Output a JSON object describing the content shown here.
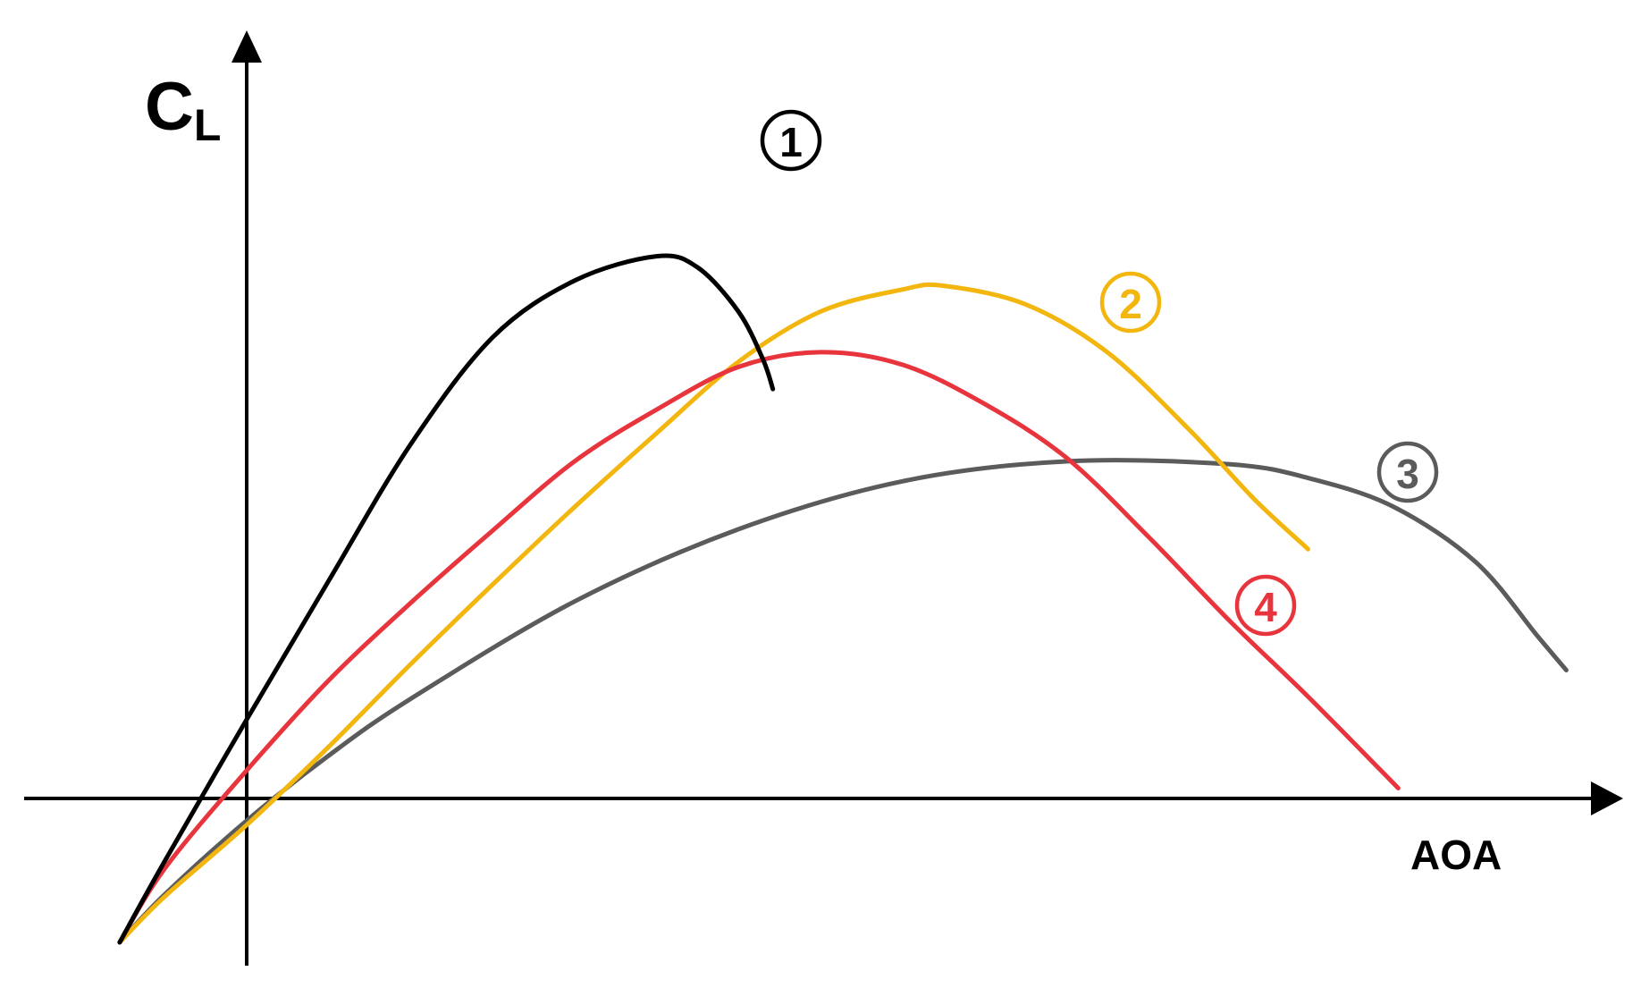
{
  "chart_data": {
    "type": "line",
    "ylabel": {
      "main": "C",
      "sub": "L"
    },
    "xlabel": "AOA",
    "xlim": [
      -2.5,
      15.7
    ],
    "ylim": [
      -1.9,
      7.75
    ],
    "grid": false,
    "series": [
      {
        "name": "1",
        "color": "#000000",
        "points": [
          [
            -1.55,
            -1.95
          ],
          [
            -1.0,
            -0.85
          ],
          [
            0,
            1.07
          ],
          [
            1.0,
            2.95
          ],
          [
            2.0,
            4.8
          ],
          [
            3.0,
            6.25
          ],
          [
            4.0,
            7.02
          ],
          [
            5.0,
            7.35
          ],
          [
            5.5,
            7.2
          ],
          [
            6.0,
            6.6
          ],
          [
            6.3,
            5.95
          ],
          [
            6.42,
            5.55
          ]
        ]
      },
      {
        "name": "2",
        "color": "#F2B60F",
        "points": [
          [
            -1.55,
            -1.95
          ],
          [
            -1.0,
            -1.33
          ],
          [
            0,
            -0.36
          ],
          [
            1.0,
            0.7
          ],
          [
            2.0,
            1.82
          ],
          [
            3.0,
            2.9
          ],
          [
            4.0,
            3.95
          ],
          [
            5.0,
            4.95
          ],
          [
            6.0,
            5.92
          ],
          [
            7.0,
            6.6
          ],
          [
            8.0,
            6.9
          ],
          [
            8.5,
            6.95
          ],
          [
            9.5,
            6.7
          ],
          [
            10.5,
            6.05
          ],
          [
            11.5,
            5.0
          ],
          [
            12.3,
            4.05
          ],
          [
            12.95,
            3.38
          ]
        ]
      },
      {
        "name": "3",
        "color": "#5B5B5B",
        "points": [
          [
            -1.55,
            -1.95
          ],
          [
            -1.0,
            -1.3
          ],
          [
            0,
            -0.3
          ],
          [
            1.0,
            0.58
          ],
          [
            2.0,
            1.35
          ],
          [
            4.0,
            2.67
          ],
          [
            6.0,
            3.65
          ],
          [
            8.0,
            4.3
          ],
          [
            10.0,
            4.57
          ],
          [
            12.0,
            4.53
          ],
          [
            13.0,
            4.33
          ],
          [
            14.0,
            3.95
          ],
          [
            15.0,
            3.2
          ],
          [
            15.75,
            2.2
          ],
          [
            16.1,
            1.74
          ]
        ]
      },
      {
        "name": "4",
        "color": "#E8343C",
        "points": [
          [
            -1.55,
            -1.95
          ],
          [
            -1.0,
            -0.95
          ],
          [
            0,
            0.38
          ],
          [
            1.0,
            1.6
          ],
          [
            2.0,
            2.65
          ],
          [
            3.0,
            3.63
          ],
          [
            4.0,
            4.57
          ],
          [
            5.0,
            5.27
          ],
          [
            6.0,
            5.85
          ],
          [
            7.0,
            6.05
          ],
          [
            8.0,
            5.88
          ],
          [
            9.0,
            5.35
          ],
          [
            10.0,
            4.62
          ],
          [
            11.0,
            3.55
          ],
          [
            12.0,
            2.4
          ],
          [
            12.95,
            1.38
          ],
          [
            14.05,
            0.14
          ]
        ]
      }
    ]
  }
}
